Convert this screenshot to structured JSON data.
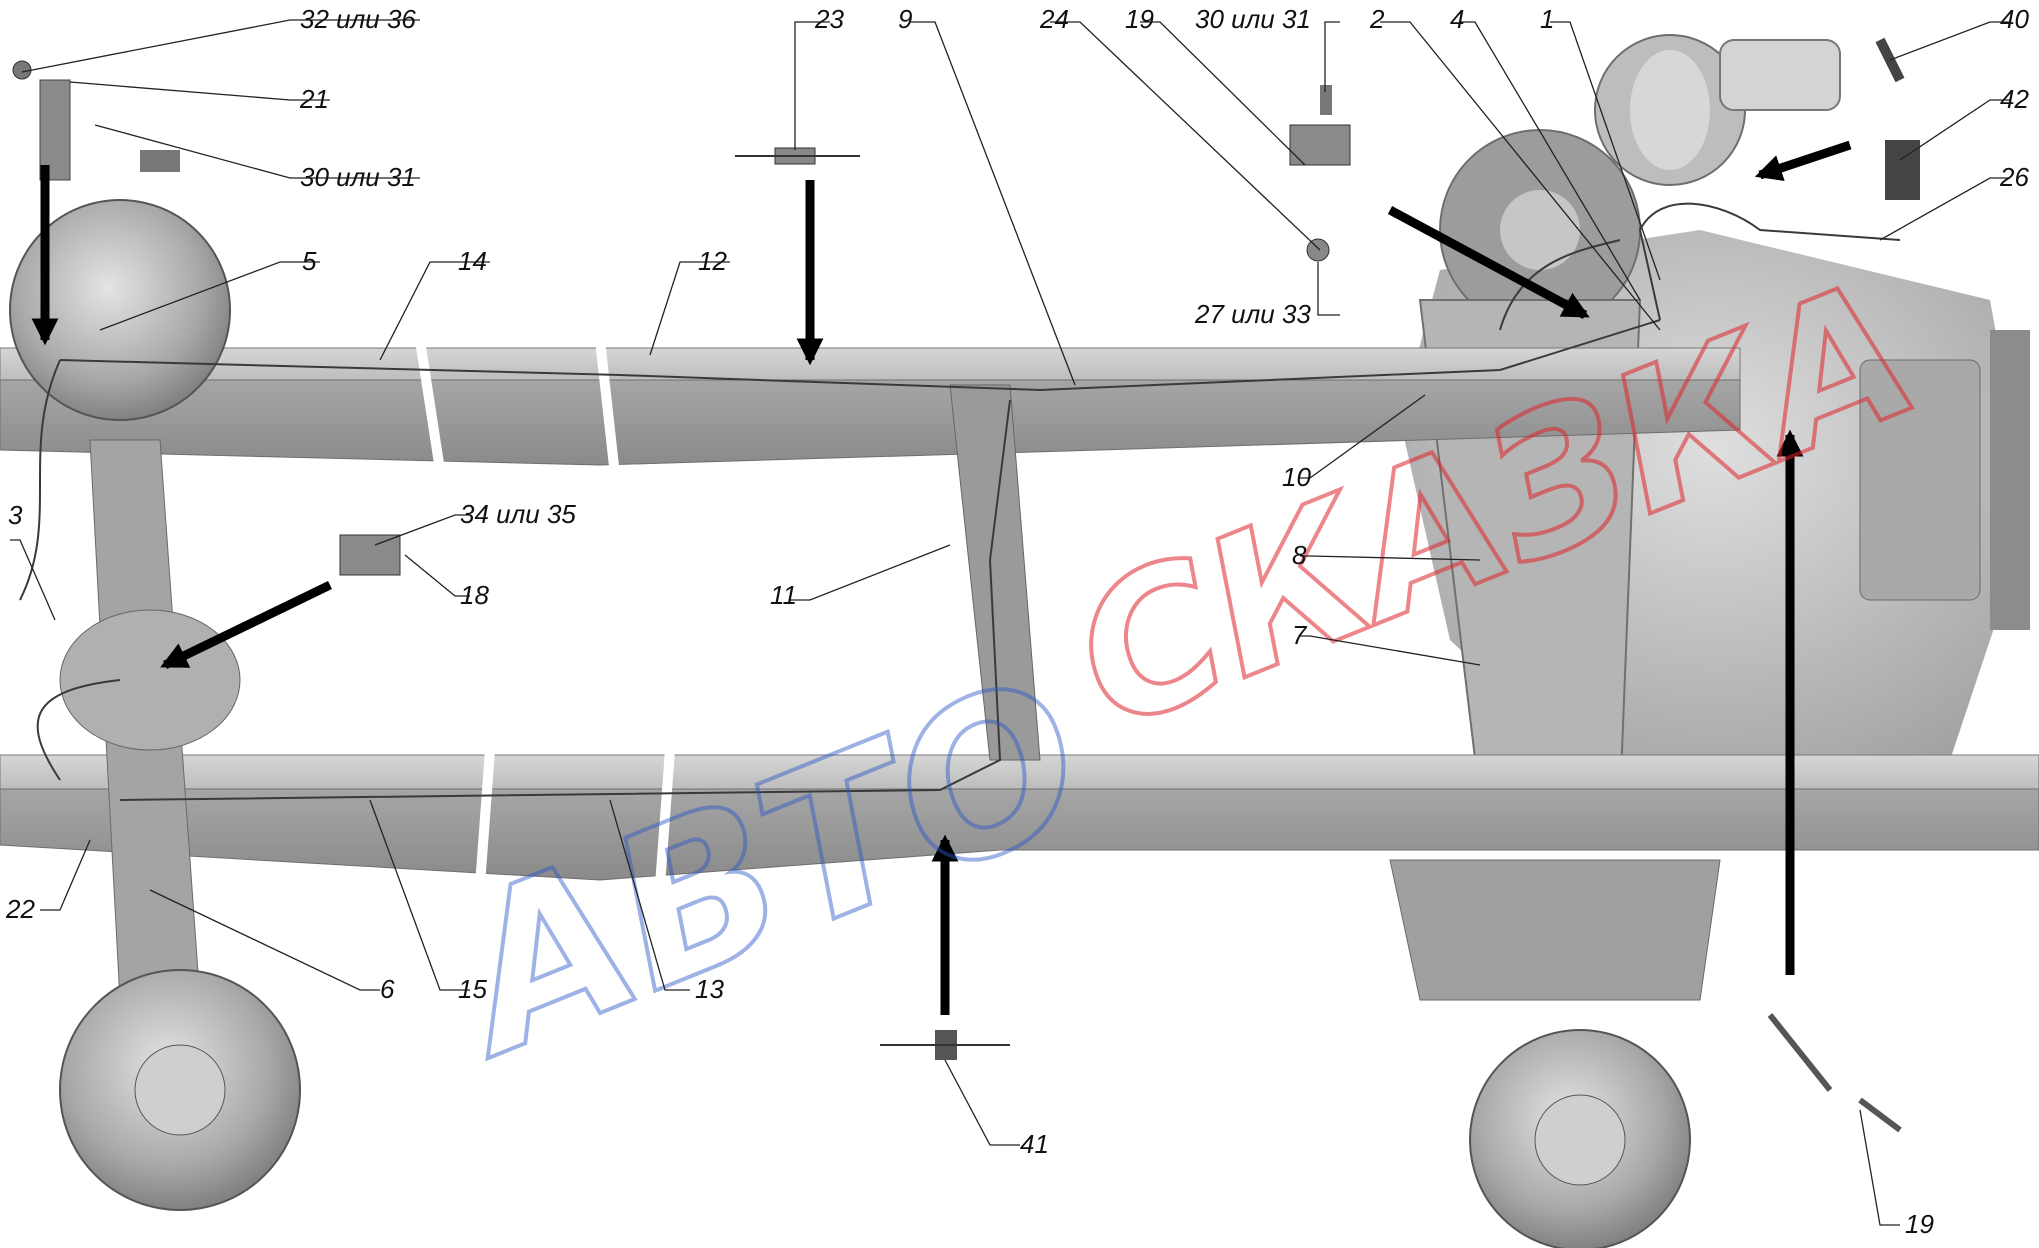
{
  "callouts": {
    "c32_36": "32 или 36",
    "c21": "21",
    "c30_31_left": "30 или 31",
    "c5": "5",
    "c14": "14",
    "c12": "12",
    "c23": "23",
    "c9": "9",
    "c24": "24",
    "c19_top": "19",
    "c30_31_top": "30 или 31",
    "c2": "2",
    "c4": "4",
    "c1": "1",
    "c40": "40",
    "c42": "42",
    "c26": "26",
    "c27_33": "27 или 33",
    "c3": "3",
    "c34_35": "34 или 35",
    "c18": "18",
    "c11": "11",
    "c10": "10",
    "c8": "8",
    "c7": "7",
    "c22": "22",
    "c6": "6",
    "c15": "15",
    "c13": "13",
    "c41": "41",
    "c19_bottom": "19"
  },
  "watermark": {
    "top": "СКАЗКА",
    "bottom": "АВТО"
  },
  "colors": {
    "frame_light": "#c9c9c9",
    "frame_mid": "#a9a9a9",
    "frame_dark": "#7d7d7d",
    "arrows": "#000000",
    "watermark_red": "#e0252b",
    "watermark_blue": "#2a56c8"
  }
}
